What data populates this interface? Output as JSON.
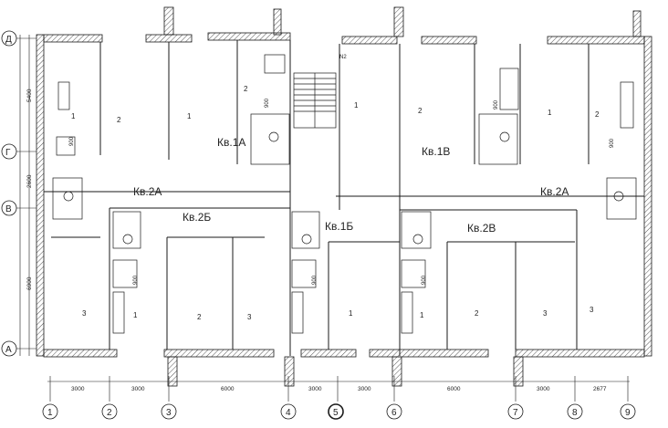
{
  "apartments": [
    {
      "id": "a1",
      "label": "Кв.1А"
    },
    {
      "id": "a2",
      "label": "Кв.2А"
    },
    {
      "id": "a3",
      "label": "Кв.2Б"
    },
    {
      "id": "a4",
      "label": "Кв.1Б"
    },
    {
      "id": "a5",
      "label": "Кв.2В"
    },
    {
      "id": "a6",
      "label": "Кв.1В"
    },
    {
      "id": "a7",
      "label": "Кв.2А"
    }
  ],
  "room_numbers": [
    "1",
    "2",
    "3"
  ],
  "column_axes": [
    "1",
    "2",
    "3",
    "4",
    "5",
    "6",
    "7",
    "8",
    "9"
  ],
  "row_axes": [
    "Д",
    "Г",
    "В",
    "А"
  ],
  "bottom_dimensions": [
    "3000",
    "3000",
    "6000",
    "3000",
    "3000",
    "6000",
    "3000",
    "2677"
  ],
  "left_dimensions": [
    "5400",
    "2600",
    "6900"
  ],
  "small_dims": [
    "900"
  ],
  "stair_note": "N2",
  "colors": {
    "line": "#1a1a1a",
    "hatch": "#555555",
    "paper": "#ffffff"
  }
}
